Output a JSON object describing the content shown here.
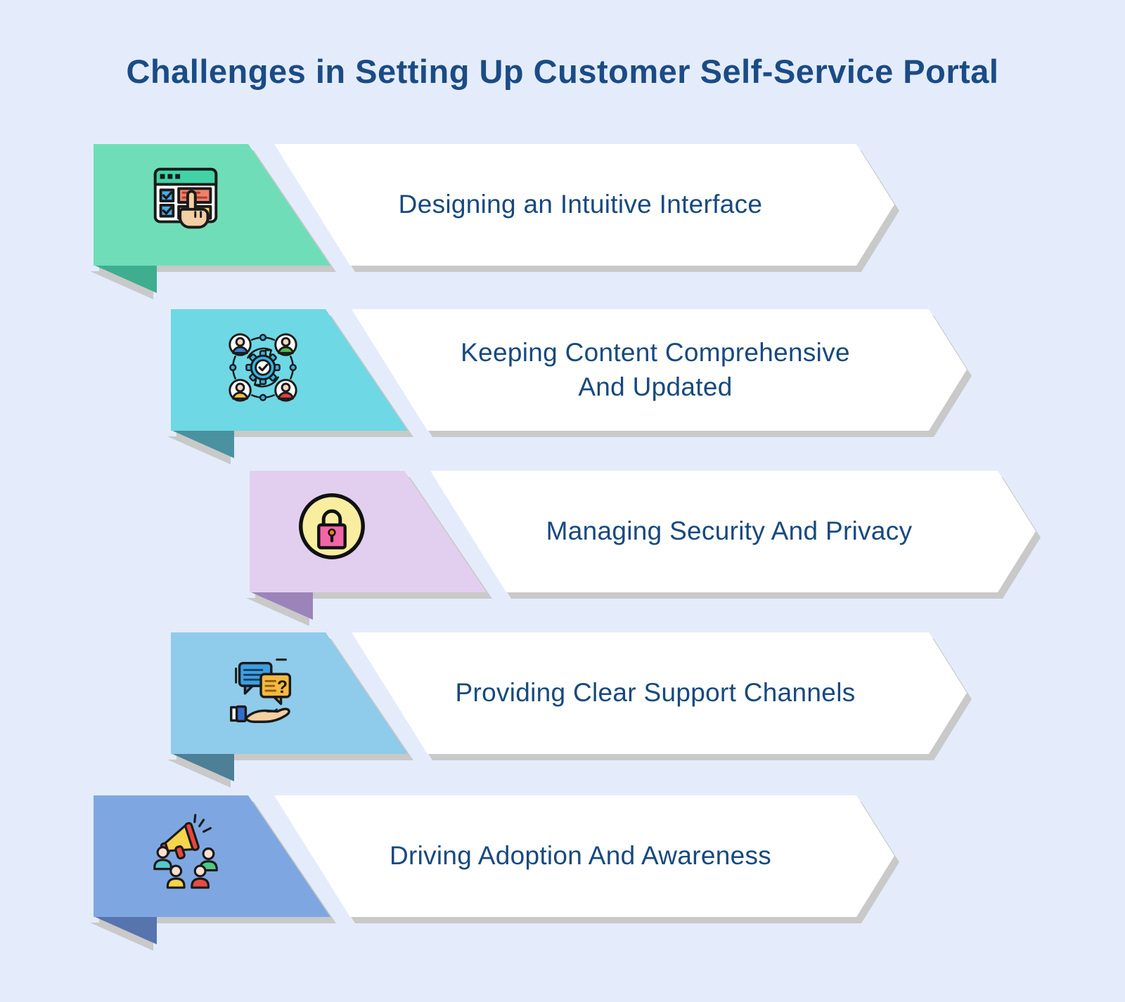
{
  "title": "Challenges in Setting Up Customer Self-Service Portal",
  "colors": {
    "background": "#e4ecfb",
    "title_text": "#1b4b85",
    "row_text": "#17497f",
    "shadow": "#c9c9c9",
    "banner_white": "#ffffff"
  },
  "rows": [
    {
      "label": "Designing an Intuitive Interface",
      "icon": "browser-checklist-icon",
      "flag_color": "#6fdeb8",
      "fold_color": "#3fae8e"
    },
    {
      "label": "Keeping Content Comprehensive\nAnd Updated",
      "icon": "team-process-gear-icon",
      "flag_color": "#6ed8e5",
      "fold_color": "#4a92a0"
    },
    {
      "label": "Managing Security And Privacy",
      "icon": "padlock-icon",
      "flag_color": "#e2cfef",
      "fold_color": "#9b84b9"
    },
    {
      "label": "Providing Clear Support Channels",
      "icon": "support-chat-hand-icon",
      "flag_color": "#8fcbea",
      "fold_color": "#4d7f96"
    },
    {
      "label": "Driving Adoption And Awareness",
      "icon": "megaphone-audience-icon",
      "flag_color": "#7ea7e2",
      "fold_color": "#5674ad"
    }
  ]
}
